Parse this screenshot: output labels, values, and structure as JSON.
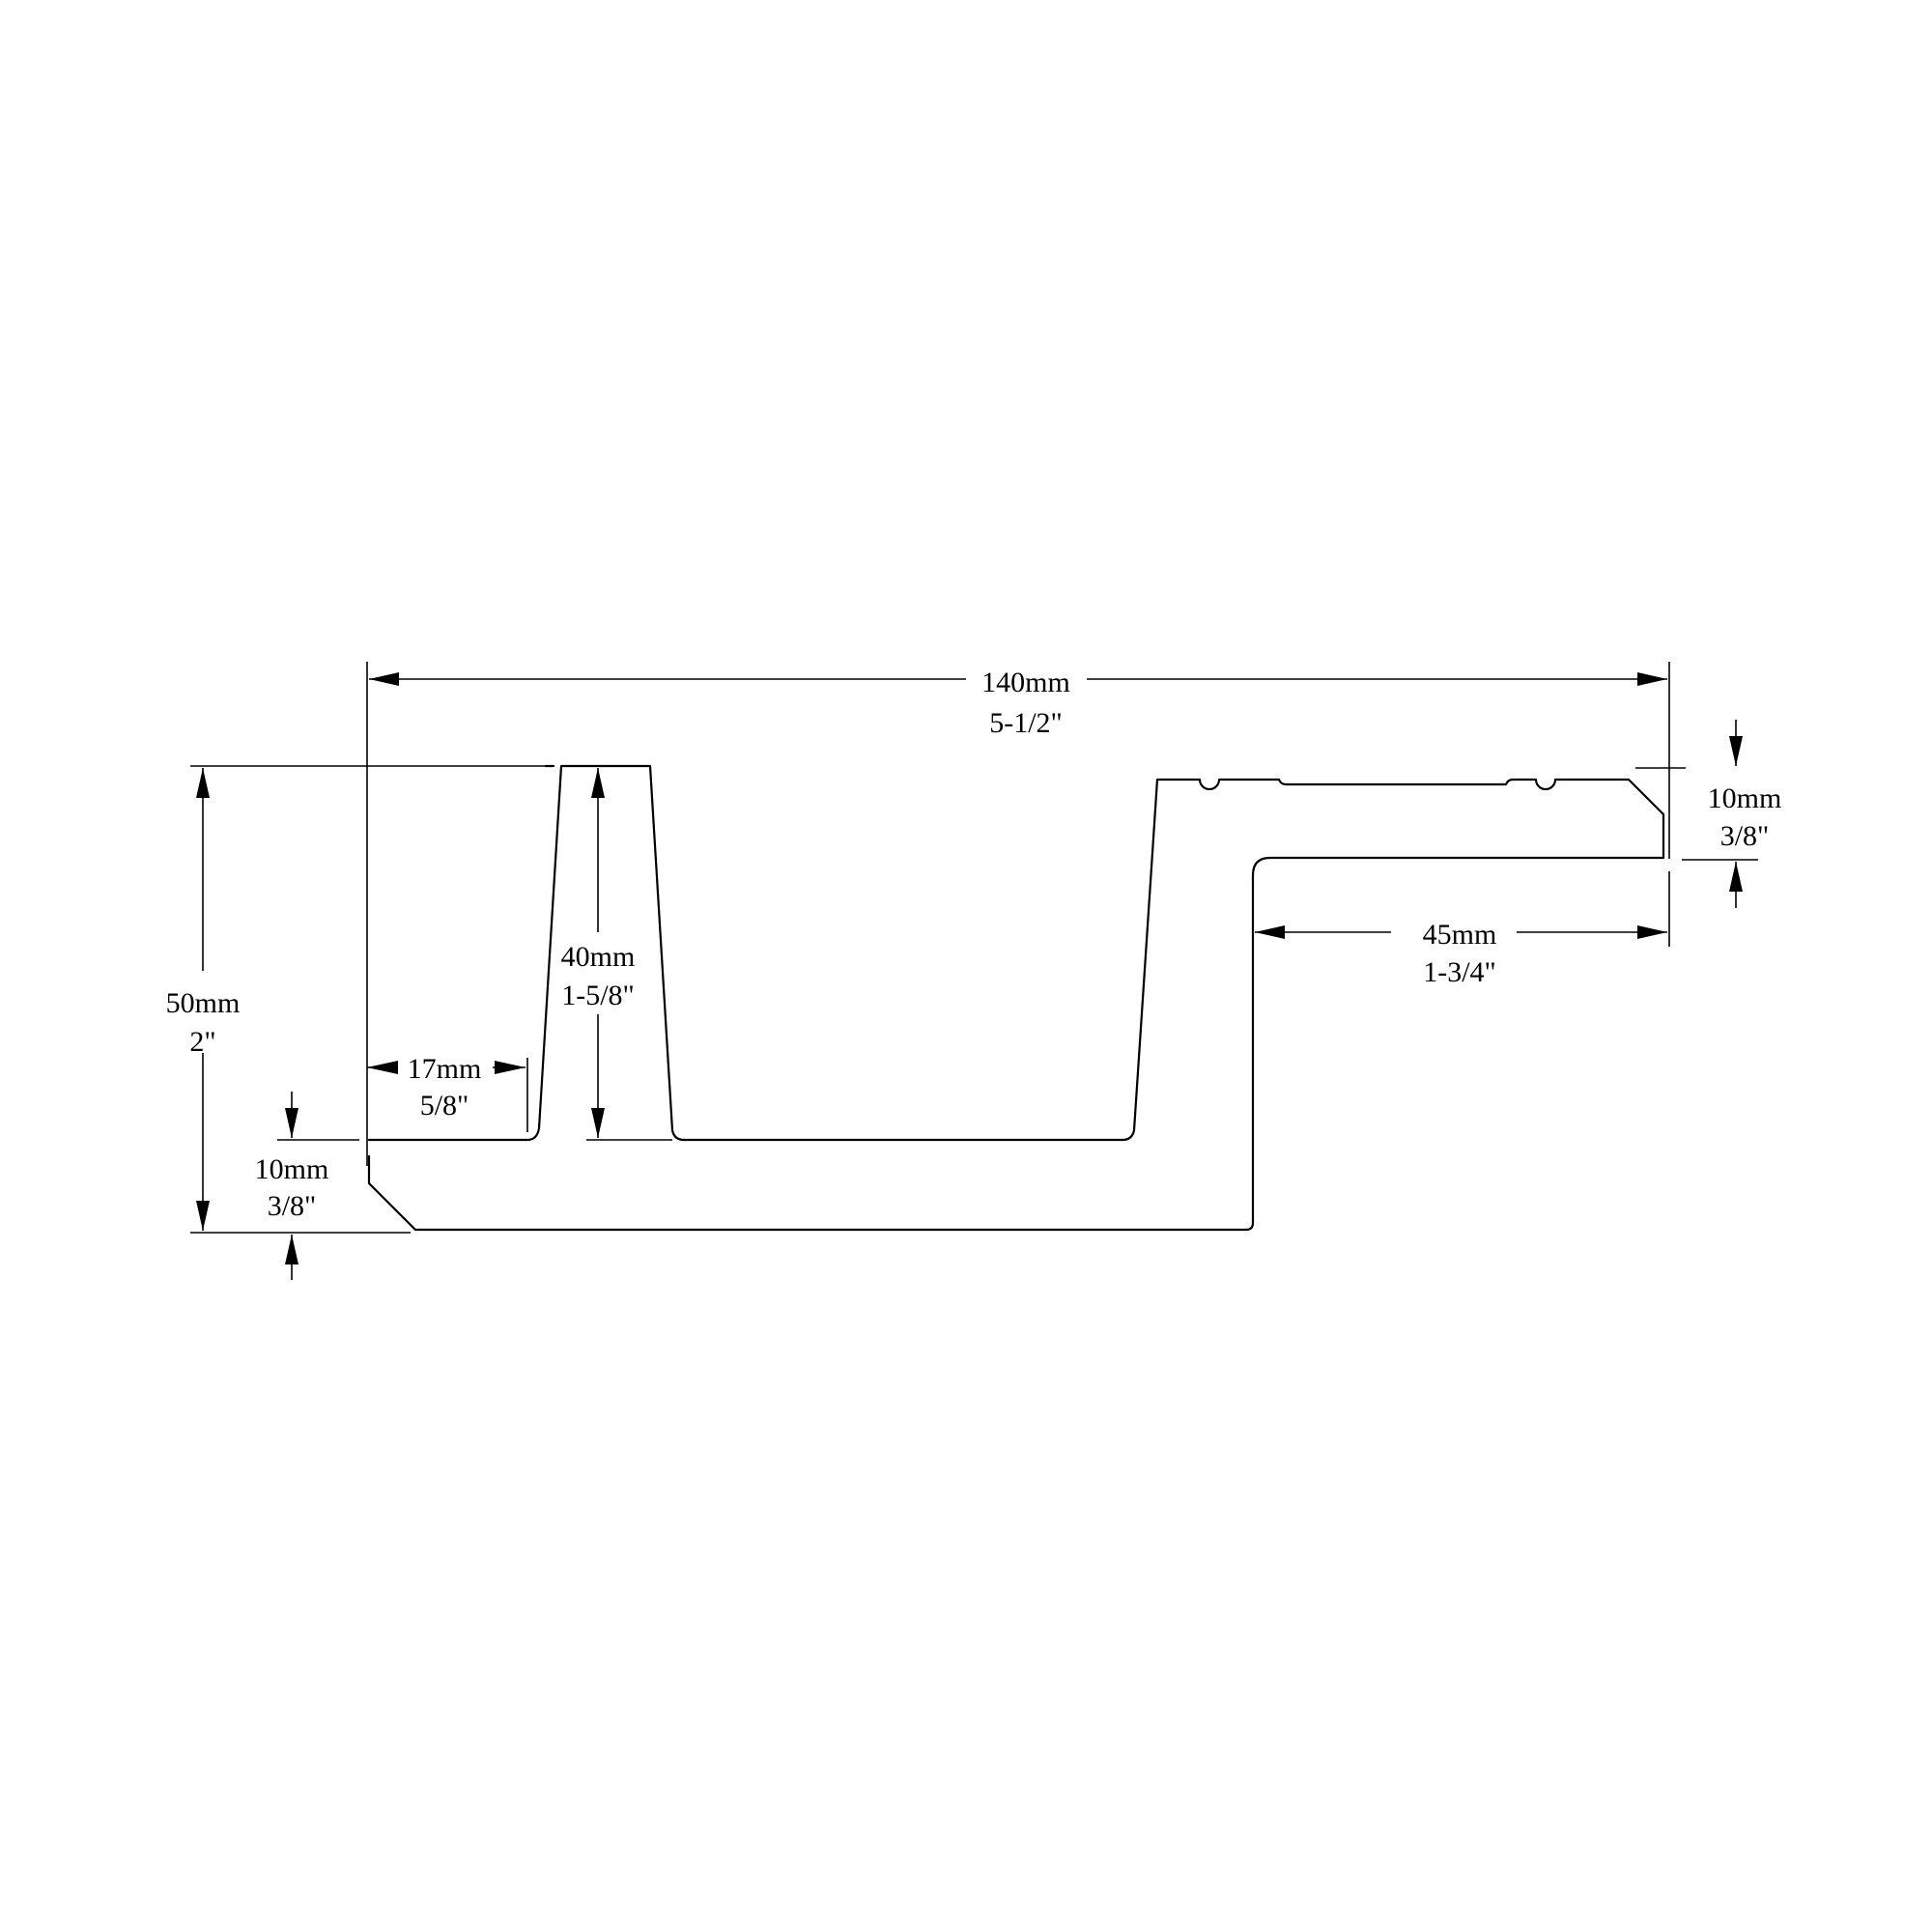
{
  "colors": {
    "background": "#ffffff",
    "ink": "#000000"
  },
  "dimensions": {
    "overall_width": {
      "metric": "140mm",
      "imperial": "5-1/2\""
    },
    "overall_height": {
      "metric": "50mm",
      "imperial": "2\""
    },
    "web_height": {
      "metric": "40mm",
      "imperial": "1-5/8\""
    },
    "left_flange": {
      "metric": "17mm",
      "imperial": "5/8\""
    },
    "base_thickness": {
      "metric": "10mm",
      "imperial": "3/8\""
    },
    "right_flange_thickness": {
      "metric": "10mm",
      "imperial": "3/8\""
    },
    "right_overhang": {
      "metric": "45mm",
      "imperial": "1-3/4\""
    }
  }
}
